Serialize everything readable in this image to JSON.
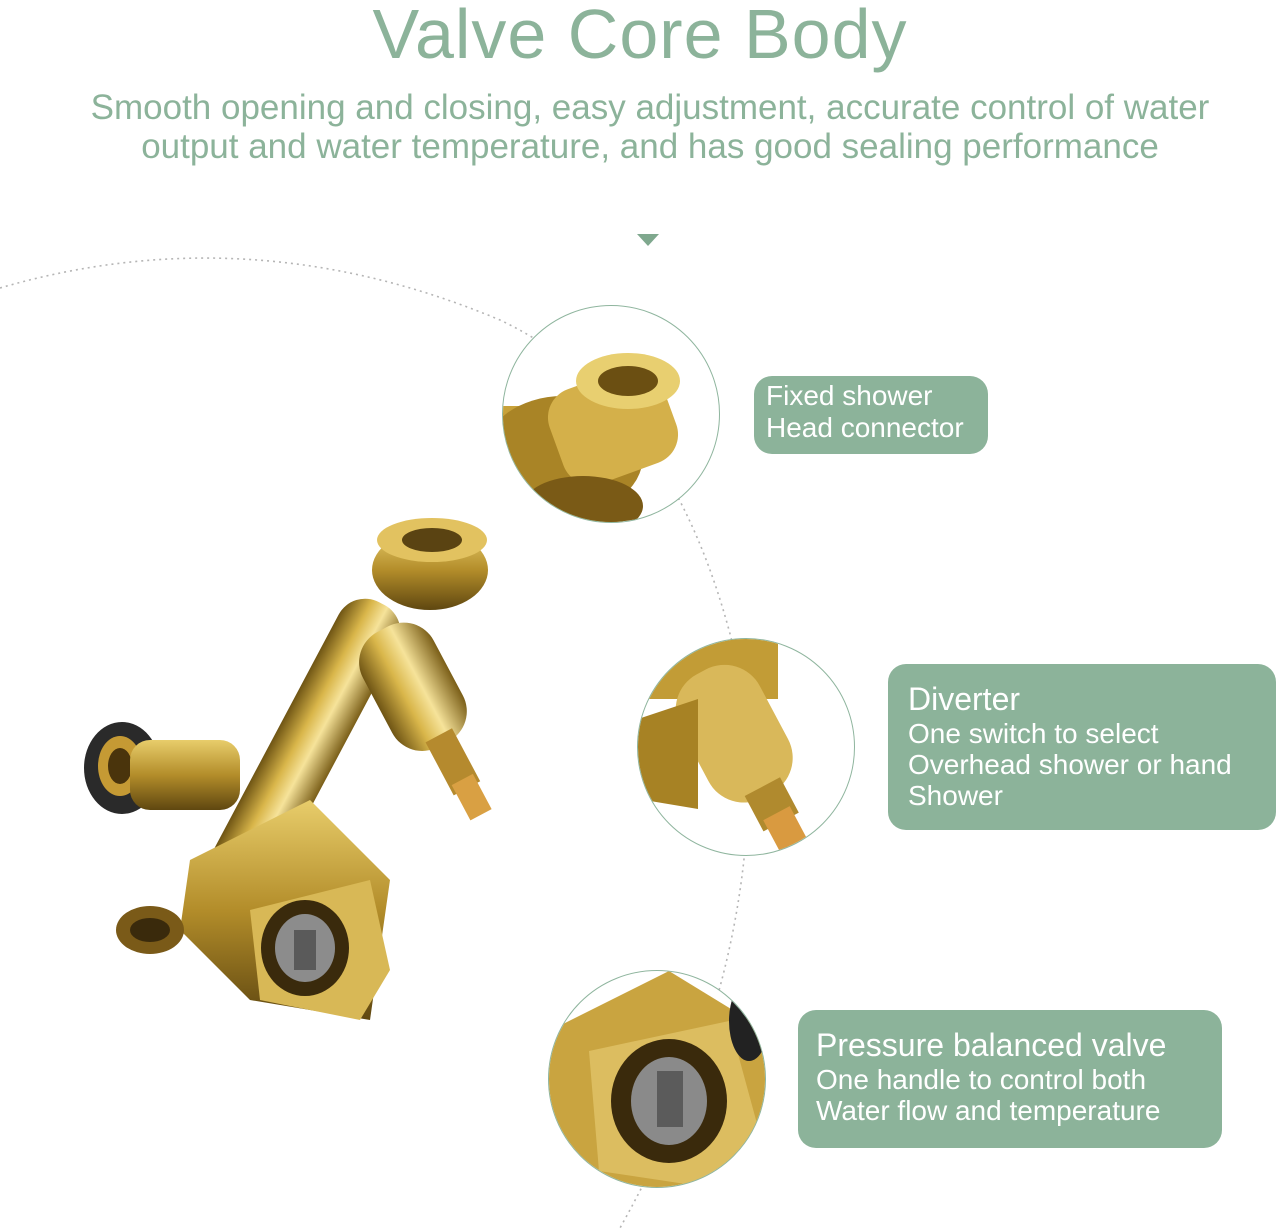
{
  "header": {
    "title": "Valve Core Body",
    "subtitle": "Smooth opening and closing, easy adjustment, accurate control of water output and water temperature, and has good sealing performance"
  },
  "callouts": [
    {
      "lines": [
        "Fixed shower",
        "Head connector"
      ]
    },
    {
      "title": "Diverter",
      "lines": [
        "One switch to select",
        "Overhead shower or hand",
        "Shower"
      ]
    },
    {
      "title": "Pressure balanced valve",
      "lines": [
        "One handle to control both",
        "Water flow and temperature"
      ]
    }
  ],
  "colors": {
    "accent_green": "#8cb39a",
    "brass": "#c9a63c",
    "label_text": "#ffffff"
  },
  "icons": [
    "down-arrow-icon"
  ]
}
